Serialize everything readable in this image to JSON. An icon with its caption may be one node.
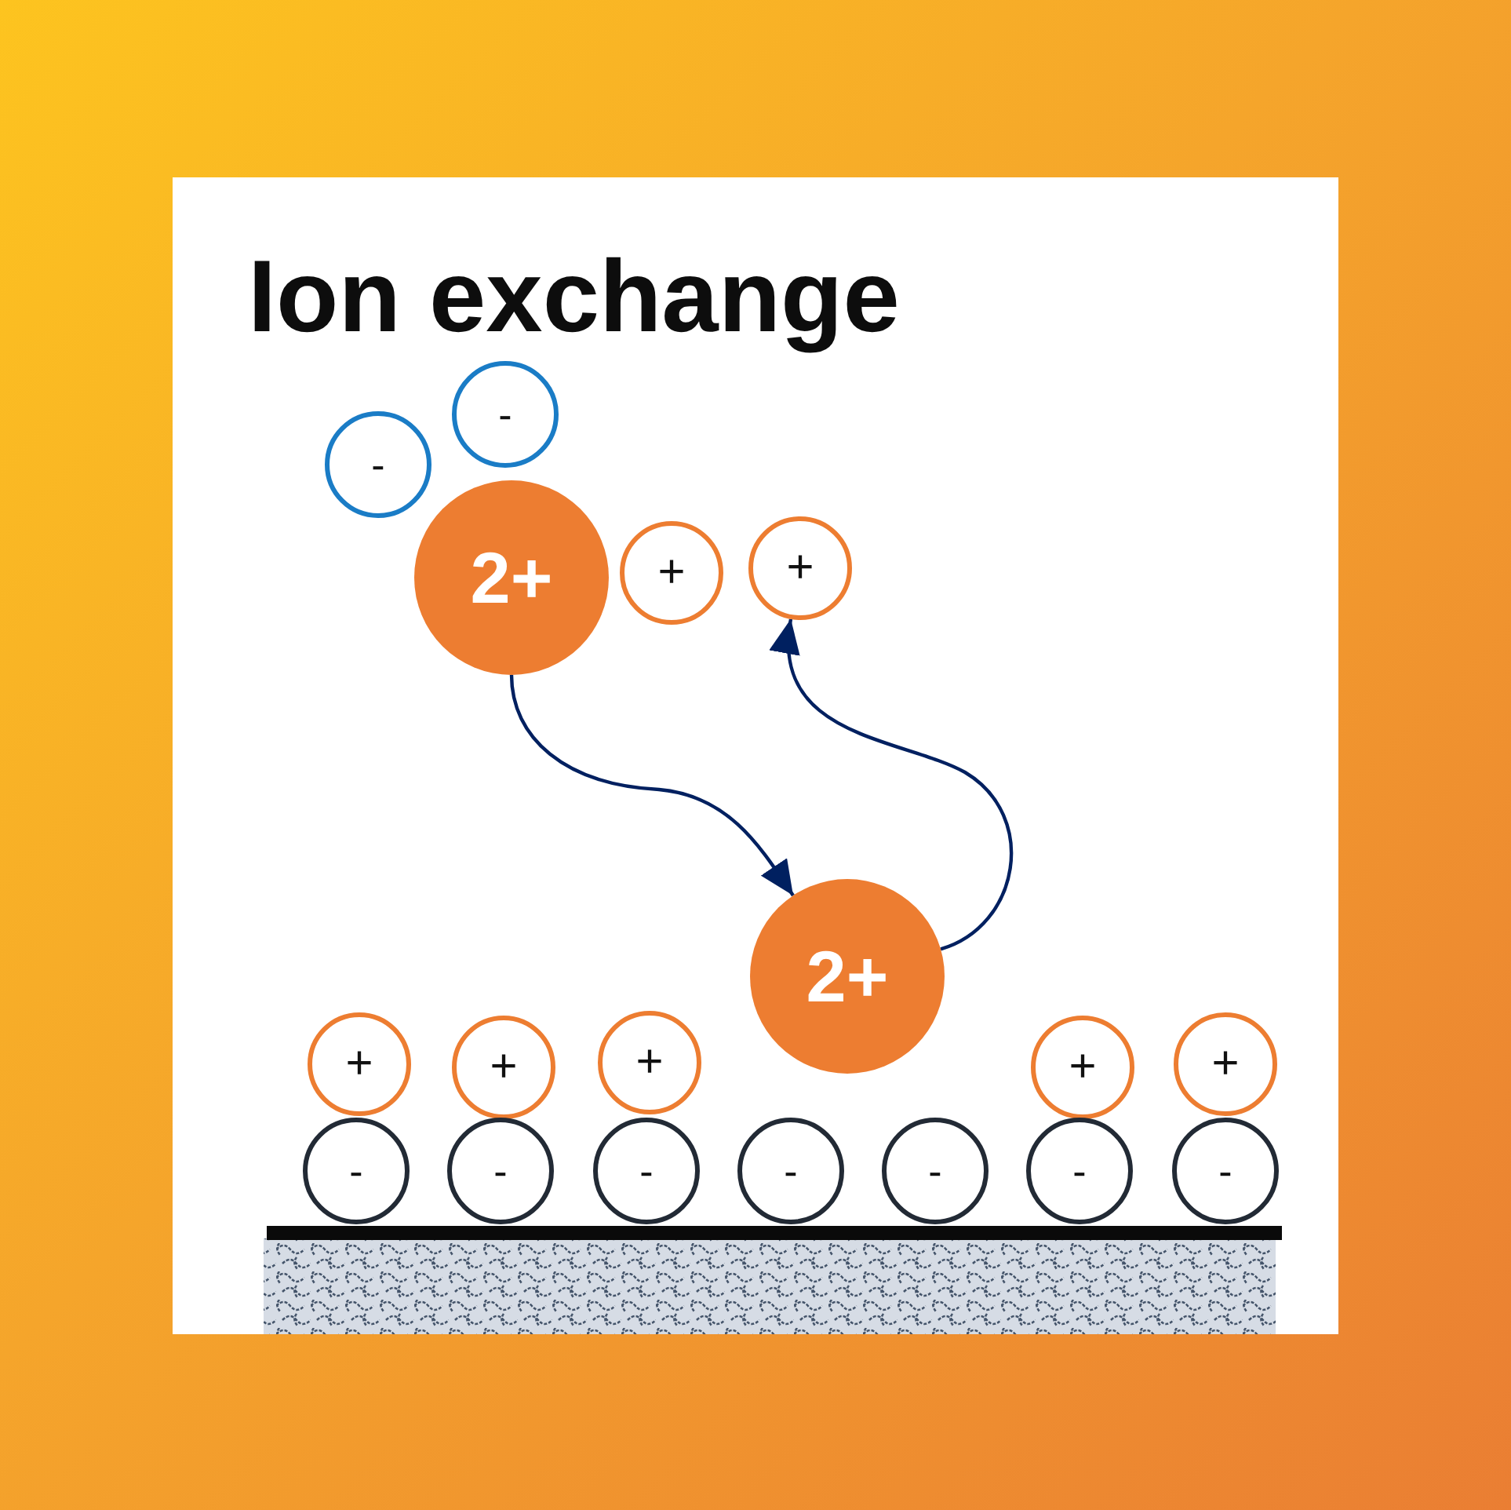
{
  "diagram": {
    "title": "Ion exchange",
    "nodes": [
      {
        "text": [
          "-"
        ]
      },
      {
        "text": [
          "-"
        ]
      },
      {
        "text": [
          "2+"
        ]
      },
      {
        "text": [
          "+"
        ]
      },
      {
        "text": [
          "+"
        ]
      },
      {
        "text": [
          "2+"
        ]
      },
      {
        "text": [
          "+"
        ]
      },
      {
        "text": [
          "+"
        ]
      },
      {
        "text": [
          "+"
        ]
      },
      {
        "text": [
          "+"
        ]
      },
      {
        "text": [
          "+"
        ]
      },
      {
        "text": [
          "-"
        ]
      },
      {
        "text": [
          "-"
        ]
      },
      {
        "text": [
          "-"
        ]
      },
      {
        "text": [
          "-"
        ]
      },
      {
        "text": [
          "-"
        ]
      },
      {
        "text": [
          "-"
        ]
      },
      {
        "text": [
          "-"
        ]
      }
    ],
    "edges": [
      {
        "from": 2,
        "to": 5,
        "arrow": "to"
      },
      {
        "from": 5,
        "to": 4,
        "arrow": "to"
      }
    ]
  }
}
